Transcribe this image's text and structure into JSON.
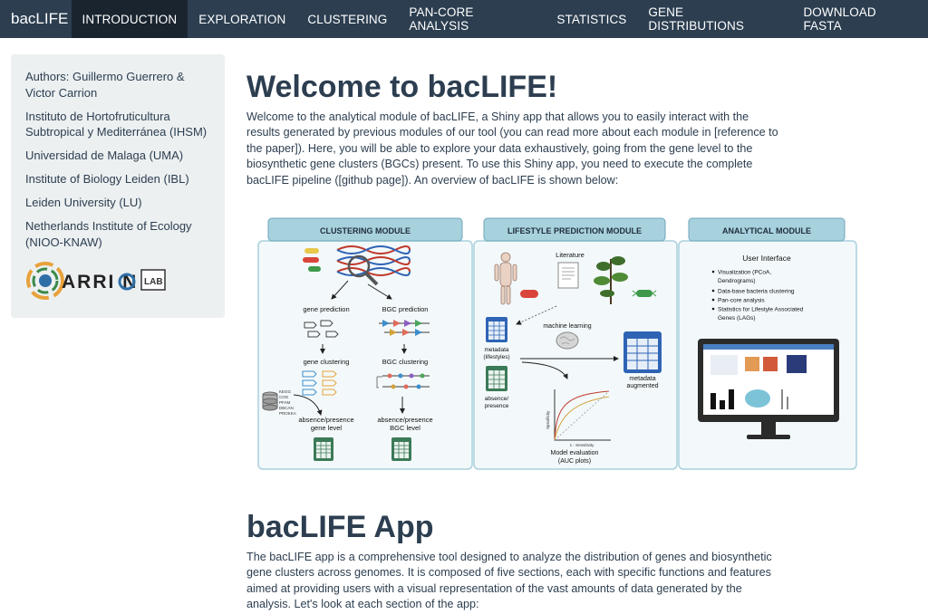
{
  "navbar": {
    "brand": "bacLIFE",
    "items": [
      {
        "label": "INTRODUCTION",
        "active": true
      },
      {
        "label": "EXPLORATION",
        "active": false
      },
      {
        "label": "CLUSTERING",
        "active": false
      },
      {
        "label": "PAN-CORE ANALYSIS",
        "active": false
      },
      {
        "label": "STATISTICS",
        "active": false
      },
      {
        "label": "GENE DISTRIBUTIONS",
        "active": false
      },
      {
        "label": "DOWNLOAD FASTA",
        "active": false
      }
    ]
  },
  "sidebar": {
    "lines": [
      "Authors: Guillermo Guerrero & Victor Carrion",
      "Instituto de Hortofruticultura Subtropical y Mediterránea (IHSM)",
      "Universidad de Malaga (UMA)",
      "Institute of Biology Leiden (IBL)",
      "Leiden University (LU)",
      "Netherlands Institute of Ecology (NIOO-KNAW)"
    ],
    "logo": {
      "text": "ARRI N",
      "lab": "LAB"
    }
  },
  "main": {
    "title": "Welcome to bacLIFE!",
    "intro": "Welcome to the analytical module of bacLIFE, a Shiny app that allows you to easily interact with the results generated by previous modules of our tool (you can read more about each module in [reference to the paper]). Here, you will be able to explore your data exhaustively, going from the gene level to the biosynthetic gene clusters (BGCs) present. To use this Shiny app, you need to execute the complete bacLIFE pipeline ([github page]). An overview of bacLIFE is shown below:",
    "section_title": "bacLIFE App",
    "section_text": "The bacLIFE app is a comprehensive tool designed to analyze the distribution of genes and biosynthetic gene clusters across genomes. It is composed of five sections, each with specific functions and features aimed at providing users with a visual representation of the vast amounts of data generated by the analysis. Let's look at each section of the app:"
  },
  "figure": {
    "clustering": {
      "header": "CLUSTERING MODULE",
      "gene_prediction": "gene prediction",
      "bgc_prediction": "BGC prediction",
      "gene_clustering": "gene clustering",
      "bgc_clustering": "BGC clustering",
      "db_labels": [
        "KEGG",
        "COG",
        "PFAM",
        "DBCAN",
        "PROKKA"
      ],
      "gene_level_1": "absence/presence",
      "gene_level_2": "gene level",
      "bgc_level_1": "absence/presence",
      "bgc_level_2": "BGC level"
    },
    "lifestyle": {
      "header": "LIFESTYLE PREDICTION MODULE",
      "literature": "Literature",
      "machine_learning": "machine learning",
      "metadata_1": "metadata",
      "metadata_2": "(lifestyles)",
      "absence_1": "absence/",
      "absence_2": "presence",
      "augmented_1": "metadata",
      "augmented_2": "augmented",
      "specificity": "Specificity",
      "sensitivity": "1 - Sensitivity",
      "model_eval_1": "Model evaluation",
      "model_eval_2": "(AUC plots)"
    },
    "analytical": {
      "header": "ANALYTICAL MODULE",
      "user_interface": "User Interface",
      "bullets": [
        "Visualization (PCoA,",
        "Dendrograms)",
        "Data-base bacteria clustering",
        "Pan-core analysis",
        "Statistics for Lifestyle Associated",
        "Genes (LAGs)"
      ]
    },
    "colors": {
      "panel_border": "#a9d0dc",
      "panel_fill": "#f3f9fb",
      "header_fill": "#a8d1de",
      "header_border": "#6ea7ba",
      "table_green": "#3c7a58",
      "table_blue": "#2f64b5"
    }
  }
}
